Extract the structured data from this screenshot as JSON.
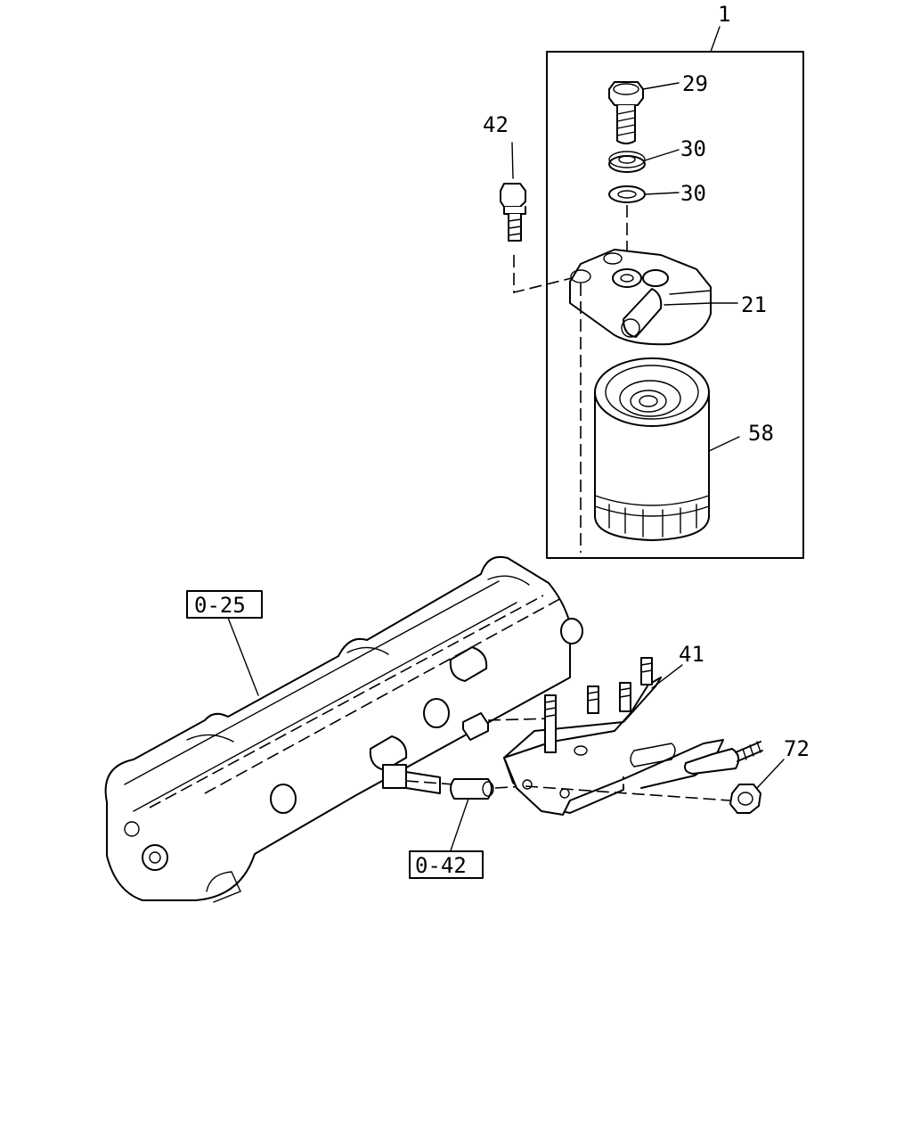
{
  "callouts": {
    "assembly": "1",
    "bolt_top": "29",
    "washer_upper": "30",
    "washer_lower": "30",
    "bolt_left": "42",
    "filter_head": "21",
    "filter_cartridge": "58",
    "bracket": "41",
    "nut": "72"
  },
  "references": {
    "manifold": "0-25",
    "spacer": "0-42"
  }
}
